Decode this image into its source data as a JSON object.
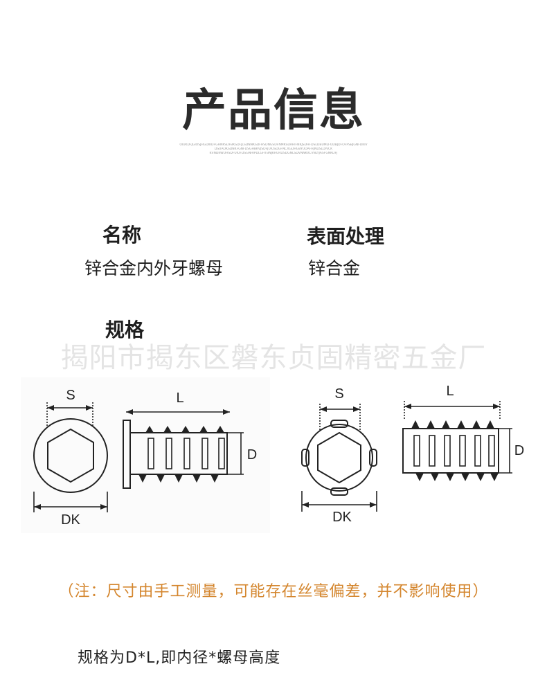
{
  "title": "产品信息",
  "tiny_text": [
    "OIUKDFJGIOSJHGDIKDFGHNKSDFBKSDFJLSDNNKSDFHSDNGSDFNMKSDAHIFNKJSDHFDSLDBUMLFODBJDFOFPSBJGNFDKIV",
    "DSUAOKSDNKFGNFDSGHBKVJSDFJUIUSDGFNCXGDHGBYUOAFHJNDSLDIVCK",
    "KVNDKWOHSDFUIUFDSGNHIPDLGHTBNJKRURDSDGNLSDVNNKXCVNLYJASFGNKDFJ"
  ],
  "name": {
    "label": "名称",
    "value": "锌合金内外牙螺母"
  },
  "surface": {
    "label": "表面处理",
    "value": "锌合金"
  },
  "spec": {
    "label": "规格"
  },
  "watermark": "揭阳市揭东区磐东贞固精密五金厂",
  "diagram_left": {
    "s": "S",
    "l": "L",
    "d": "D",
    "dk": "DK"
  },
  "diagram_right": {
    "s": "S",
    "l": "L",
    "d": "D",
    "dk": "DK"
  },
  "note": "（注：尺寸由手工测量，可能存在丝毫偏差，并不影响使用）",
  "footer": "规格为D*L,即内径*螺母高度",
  "colors": {
    "note": "#d4862e",
    "title": "#2b2b2b",
    "watermark": "#e4e4e4"
  }
}
